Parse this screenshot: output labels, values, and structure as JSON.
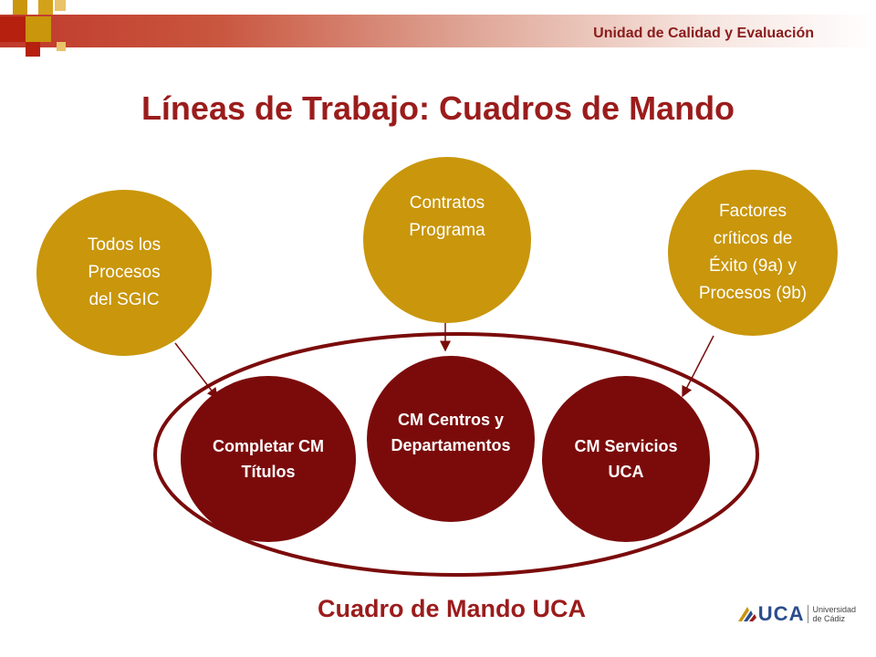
{
  "header": {
    "unit": "Unidad de Calidad y Evaluación"
  },
  "title": "Líneas de Trabajo: Cuadros de Mando",
  "inputs": [
    {
      "id": "procesos",
      "lines": [
        "Todos los",
        "Procesos",
        "del SGIC"
      ]
    },
    {
      "id": "contratos",
      "lines": [
        "Contratos",
        "Programa"
      ]
    },
    {
      "id": "factores",
      "lines": [
        "Factores",
        "críticos de",
        "Éxito (9a) y",
        "Procesos (9b)"
      ]
    }
  ],
  "components": [
    {
      "id": "titulos",
      "lines": [
        "Completar CM",
        "Títulos"
      ]
    },
    {
      "id": "centros",
      "lines": [
        "CM Centros y",
        "Departamentos"
      ]
    },
    {
      "id": "servicios",
      "lines": [
        "CM Servicios",
        "UCA"
      ]
    }
  ],
  "footer": "Cuadro de Mando UCA",
  "logo": {
    "mark": "UCA",
    "sub1": "Universidad",
    "sub2": "de Cádiz"
  },
  "colors": {
    "gold": "#c9960c",
    "maroon": "#7b0b0b",
    "title": "#9b1c1c"
  }
}
